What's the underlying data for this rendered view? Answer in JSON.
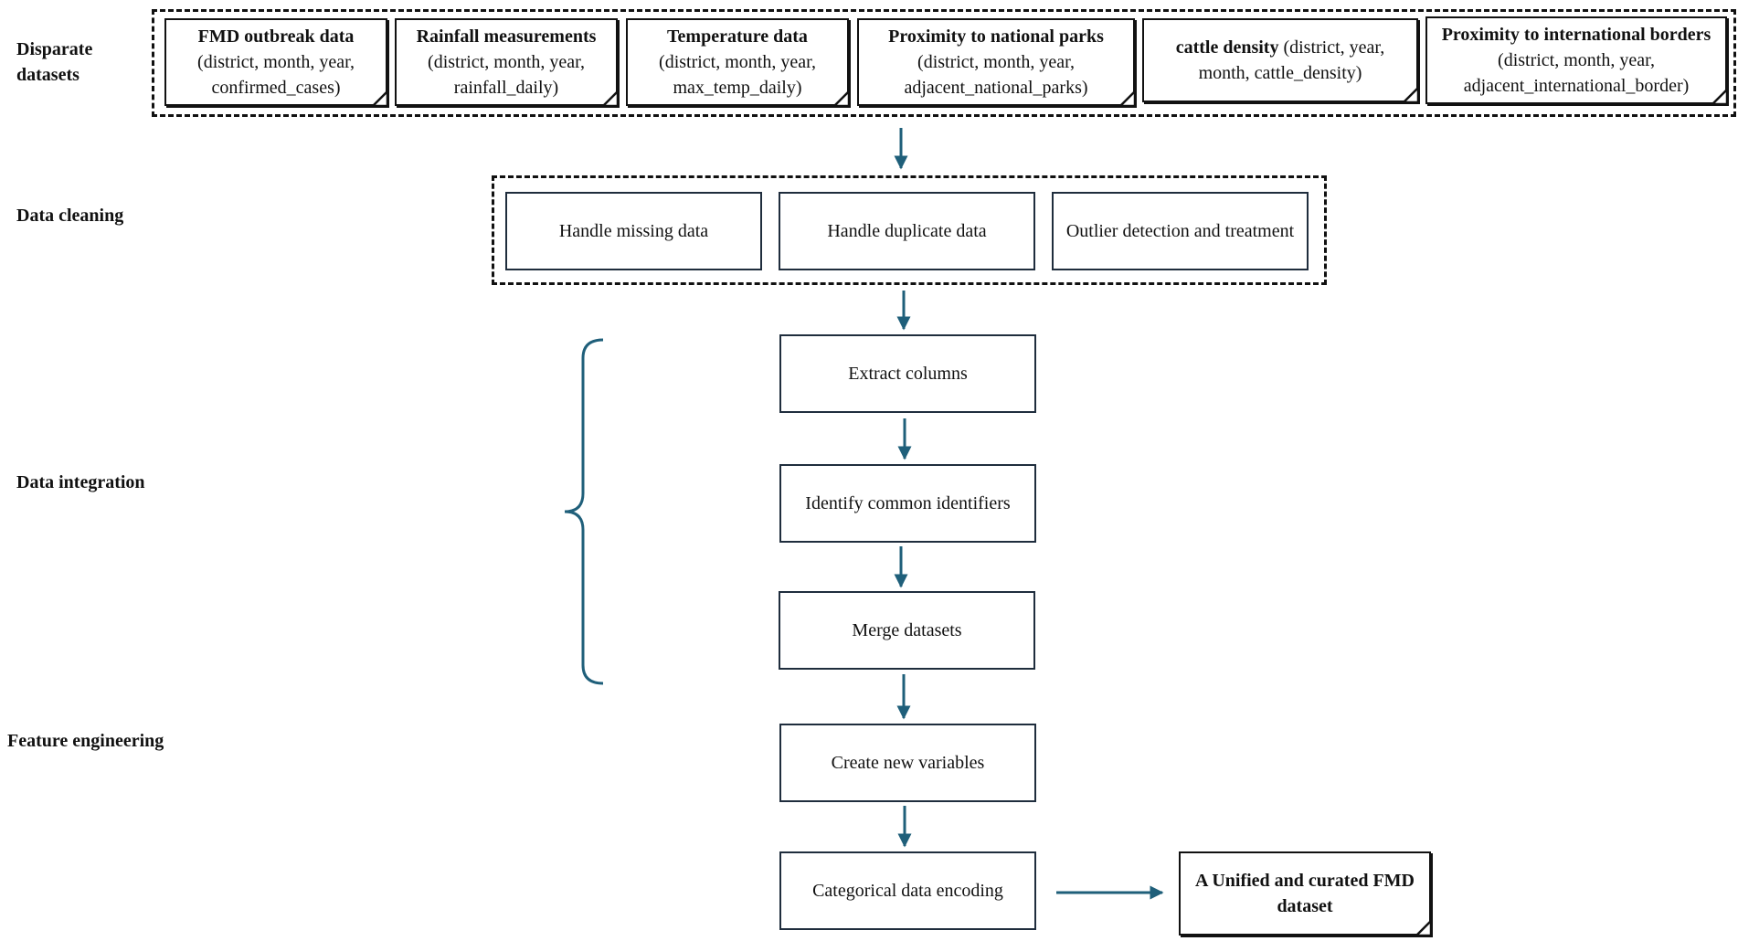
{
  "stages": {
    "disparate": "Disparate datasets",
    "cleaning": "Data cleaning",
    "integration": "Data integration",
    "feature": "Feature engineering"
  },
  "datasets": [
    {
      "bold": "FMD outbreak data",
      "rest": "(district, month, year, confirmed_cases)"
    },
    {
      "bold": "Rainfall measurements",
      "rest": "(district, month, year, rainfall_daily)"
    },
    {
      "bold": "Temperature data",
      "rest": "(district, month, year, max_temp_daily)"
    },
    {
      "bold": "Proximity to national parks",
      "rest": "(district, month, year, adjacent_national_parks)"
    },
    {
      "bold": "cattle density",
      "rest": "(district, year, month, cattle_density)"
    },
    {
      "bold": "Proximity to international borders",
      "rest": "(district, month, year, adjacent_international_border)"
    }
  ],
  "cleaning": [
    "Handle missing data",
    "Handle duplicate data",
    "Outlier detection and treatment"
  ],
  "integration": [
    "Extract columns",
    "Identify common identifiers",
    "Merge datasets"
  ],
  "feature": [
    "Create new variables",
    "Categorical data encoding"
  ],
  "output": "A Unified and curated FMD dataset",
  "colors": {
    "arrow": "#1f5f7a",
    "border": "#1f2d3d"
  }
}
